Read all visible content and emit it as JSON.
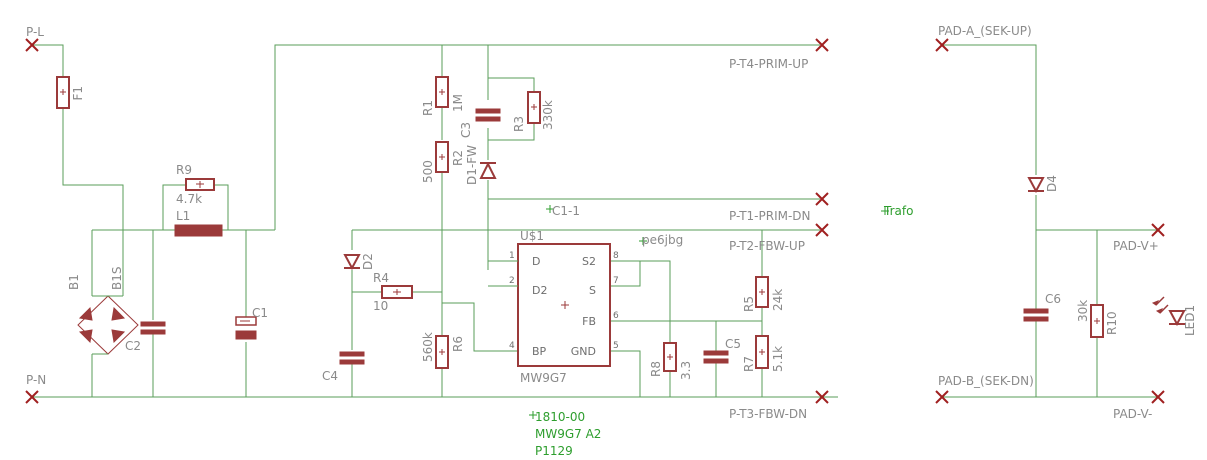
{
  "ports": {
    "pl": "P-L",
    "pn": "P-N",
    "t4": "P-T4-PRIM-UP",
    "t1": "P-T1-PRIM-DN",
    "t2": "P-T2-FBW-UP",
    "t3": "P-T3-FBW-DN",
    "pad_a": "PAD-A_(SEK-UP)",
    "pad_b": "PAD-B_(SEK-DN)",
    "pad_vp": "PAD-V+",
    "pad_vn": "PAD-V-"
  },
  "parts": {
    "f1": "F1",
    "b1": "B1",
    "b1s": "B1S",
    "c2": "C2",
    "r9": "R9",
    "r9_val": "4.7k",
    "l1": "L1",
    "c1": "C1",
    "r1": "R1",
    "r1_val": "1M",
    "r2": "R2",
    "r2_val": "500",
    "c3": "C3",
    "r3": "R3",
    "r3_val": "330k",
    "d1": "D1-FW",
    "d2": "D2",
    "r4": "R4",
    "r4_val": "10",
    "c4": "C4",
    "r6": "R6",
    "r6_val": "560k",
    "u1": "U$1",
    "u1_val": "MW9G7",
    "r5": "R5",
    "r5_val": "24k",
    "c5": "C5",
    "r7": "R7",
    "r7_val": "5.1k",
    "r8": "R8",
    "r8_val": "3.3",
    "d4": "D4",
    "c6": "C6",
    "r10": "R10",
    "r10_val": "30k",
    "led1": "LED1"
  },
  "ic_pins": {
    "p1": "1",
    "p2": "2",
    "p4": "4",
    "p5": "5",
    "p6": "6",
    "p7": "7",
    "p8": "8",
    "d": "D",
    "d2": "D2",
    "bp": "BP",
    "s2": "S2",
    "s": "S",
    "fb": "FB",
    "gnd": "GND"
  },
  "notes": {
    "c11": "C1-1",
    "pe6jbg": "pe6jbg",
    "trafo": "Trafo",
    "board1": "1810-00",
    "board2": "MW9G7 A2",
    "board3": "P1129"
  },
  "colors": {
    "wire": "#5a9e5a",
    "component": "#9b3a3a",
    "text": "#8a8a8a",
    "note": "#2e9e2e"
  }
}
